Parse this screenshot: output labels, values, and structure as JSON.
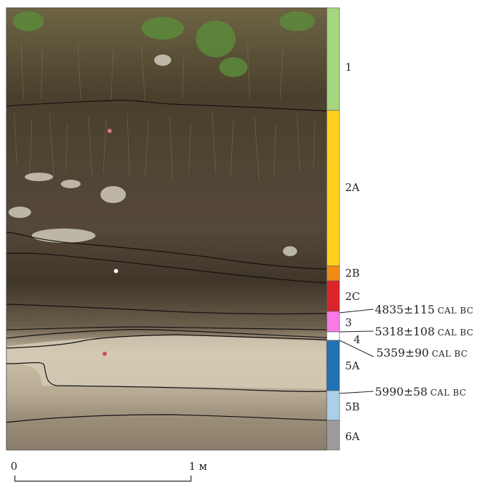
{
  "layers": [
    {
      "label": "1",
      "color": "#a5d67f"
    },
    {
      "label": "2A",
      "color": "#ffd21f"
    },
    {
      "label": "2B",
      "color": "#f28a1a"
    },
    {
      "label": "2C",
      "color": "#d9252a"
    },
    {
      "label": "3",
      "color": "#f77ae6"
    },
    {
      "label": "4",
      "color": "#ffffff"
    },
    {
      "label": "5A",
      "color": "#2372b4"
    },
    {
      "label": "5B",
      "color": "#a9d0e8"
    },
    {
      "label": "6A",
      "color": "#9c9c9c"
    }
  ],
  "dates": [
    {
      "value": "4835±115",
      "unit": "CAL BC"
    },
    {
      "value": "5318±108",
      "unit": "CAL BC"
    },
    {
      "value": "5359±90",
      "unit": "CAL BC"
    },
    {
      "value": "5990±58",
      "unit": "CAL BC"
    }
  ],
  "scale": {
    "start": "0",
    "end": "1 м"
  }
}
